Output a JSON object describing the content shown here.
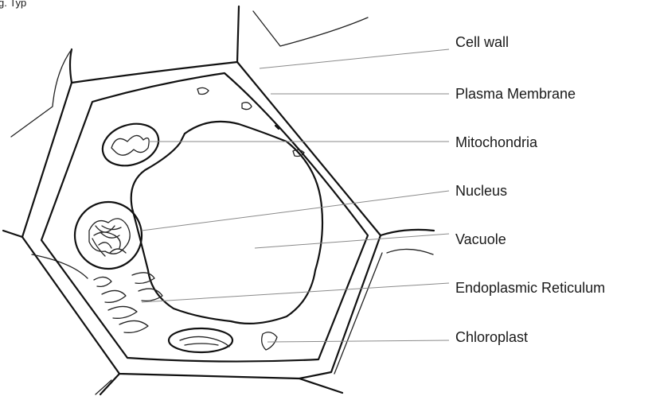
{
  "caption_fragment": "g. Typ",
  "labels": {
    "cell_wall": "Cell wall",
    "plasma_membrane": "Plasma Membrane",
    "mitochondria": "Mitochondria",
    "nucleus": "Nucleus",
    "vacuole": "Vacuole",
    "endoplasmic_reticulum": "Endoplasmic Reticulum",
    "chloroplast": "Chloroplast"
  },
  "colors": {
    "line": "#111111",
    "leader": "#8a8a8a",
    "background": "#ffffff"
  }
}
